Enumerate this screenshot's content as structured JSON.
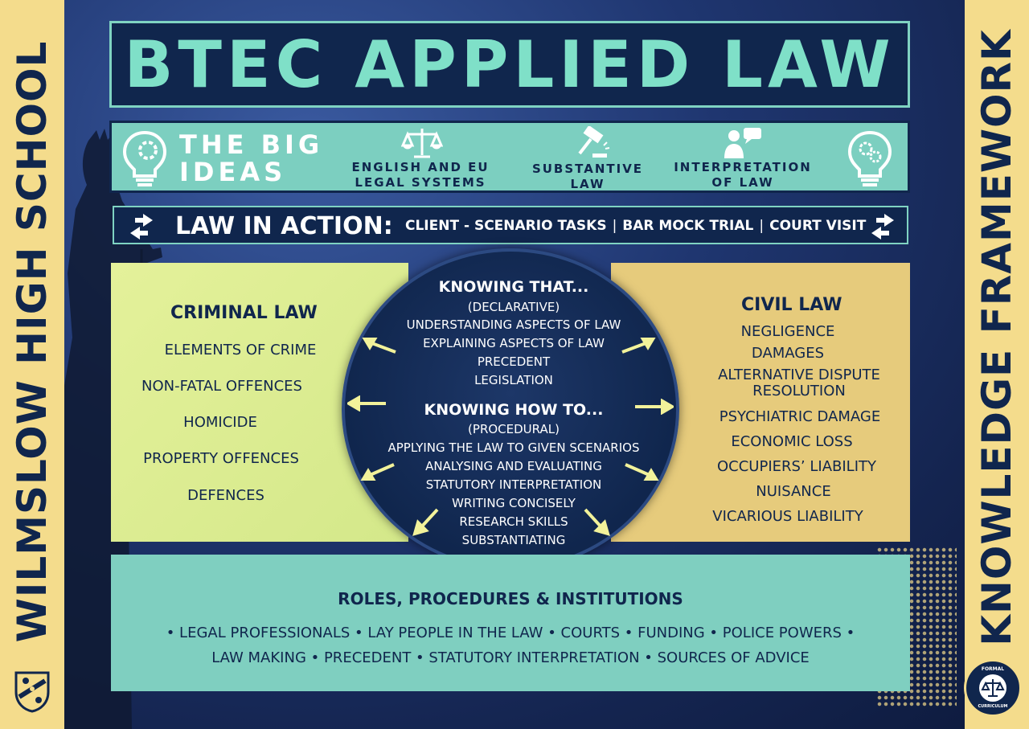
{
  "side": {
    "left_text": "WILMSLOW HIGH SCHOOL",
    "right_text": "KNOWLEDGE FRAMEWORK",
    "badge_top": "FORMAL",
    "badge_bottom": "CURRICULUM"
  },
  "title": "BTEC APPLIED LAW",
  "big_ideas": {
    "heading_line1": "THE BIG",
    "heading_line2": "IDEAS",
    "items": [
      {
        "line1": "ENGLISH AND EU",
        "line2": "LEGAL SYSTEMS",
        "icon": "scales-icon"
      },
      {
        "line1": "SUBSTANTIVE",
        "line2": "LAW",
        "icon": "gavel-icon"
      },
      {
        "line1": "INTERPRETATION",
        "line2": "OF LAW",
        "icon": "speaker-icon"
      }
    ]
  },
  "law_in_action": {
    "heading": "LAW IN ACTION:",
    "items": [
      "CLIENT - SCENARIO TASKS",
      "BAR MOCK TRIAL",
      "COURT VISIT"
    ]
  },
  "criminal": {
    "heading": "CRIMINAL LAW",
    "items": [
      "ELEMENTS OF CRIME",
      "NON-FATAL OFFENCES",
      "HOMICIDE",
      "PROPERTY OFFENCES",
      "DEFENCES"
    ]
  },
  "civil": {
    "heading": "CIVIL LAW",
    "items": [
      "NEGLIGENCE",
      "DAMAGES",
      "ALTERNATIVE DISPUTE",
      "RESOLUTION",
      "PSYCHIATRIC DAMAGE",
      "ECONOMIC LOSS",
      "OCCUPIERS’ LIABILITY",
      "NUISANCE",
      "VICARIOUS LIABILITY"
    ]
  },
  "center": {
    "knowing_that": "KNOWING THAT...",
    "declarative": "(DECLARATIVE)",
    "that_items": [
      "UNDERSTANDING ASPECTS OF LAW",
      "EXPLAINING ASPECTS OF LAW",
      "PRECEDENT",
      "LEGISLATION"
    ],
    "knowing_how": "KNOWING HOW TO...",
    "procedural": "(PROCEDURAL)",
    "how_items": [
      "APPLYING THE LAW TO GIVEN SCENARIOS",
      "ANALYSING AND EVALUATING",
      "STATUTORY INTERPRETATION",
      "WRITING CONCISELY",
      "RESEARCH SKILLS",
      "SUBSTANTIATING"
    ]
  },
  "roles": {
    "heading": "ROLES, PROCEDURES & INSTITUTIONS",
    "line1": "• LEGAL PROFESSIONALS • LAY PEOPLE IN THE LAW • COURTS • FUNDING • POLICE POWERS •",
    "line2": "LAW MAKING • PRECEDENT  • STATUTORY INTERPRETATION • SOURCES OF ADVICE"
  },
  "colors": {
    "navy": "#10264d",
    "teal": "#7fcfc0",
    "yellow": "#f4dc8c",
    "lime": "#e4f19a",
    "gold": "#e6cb7c"
  }
}
